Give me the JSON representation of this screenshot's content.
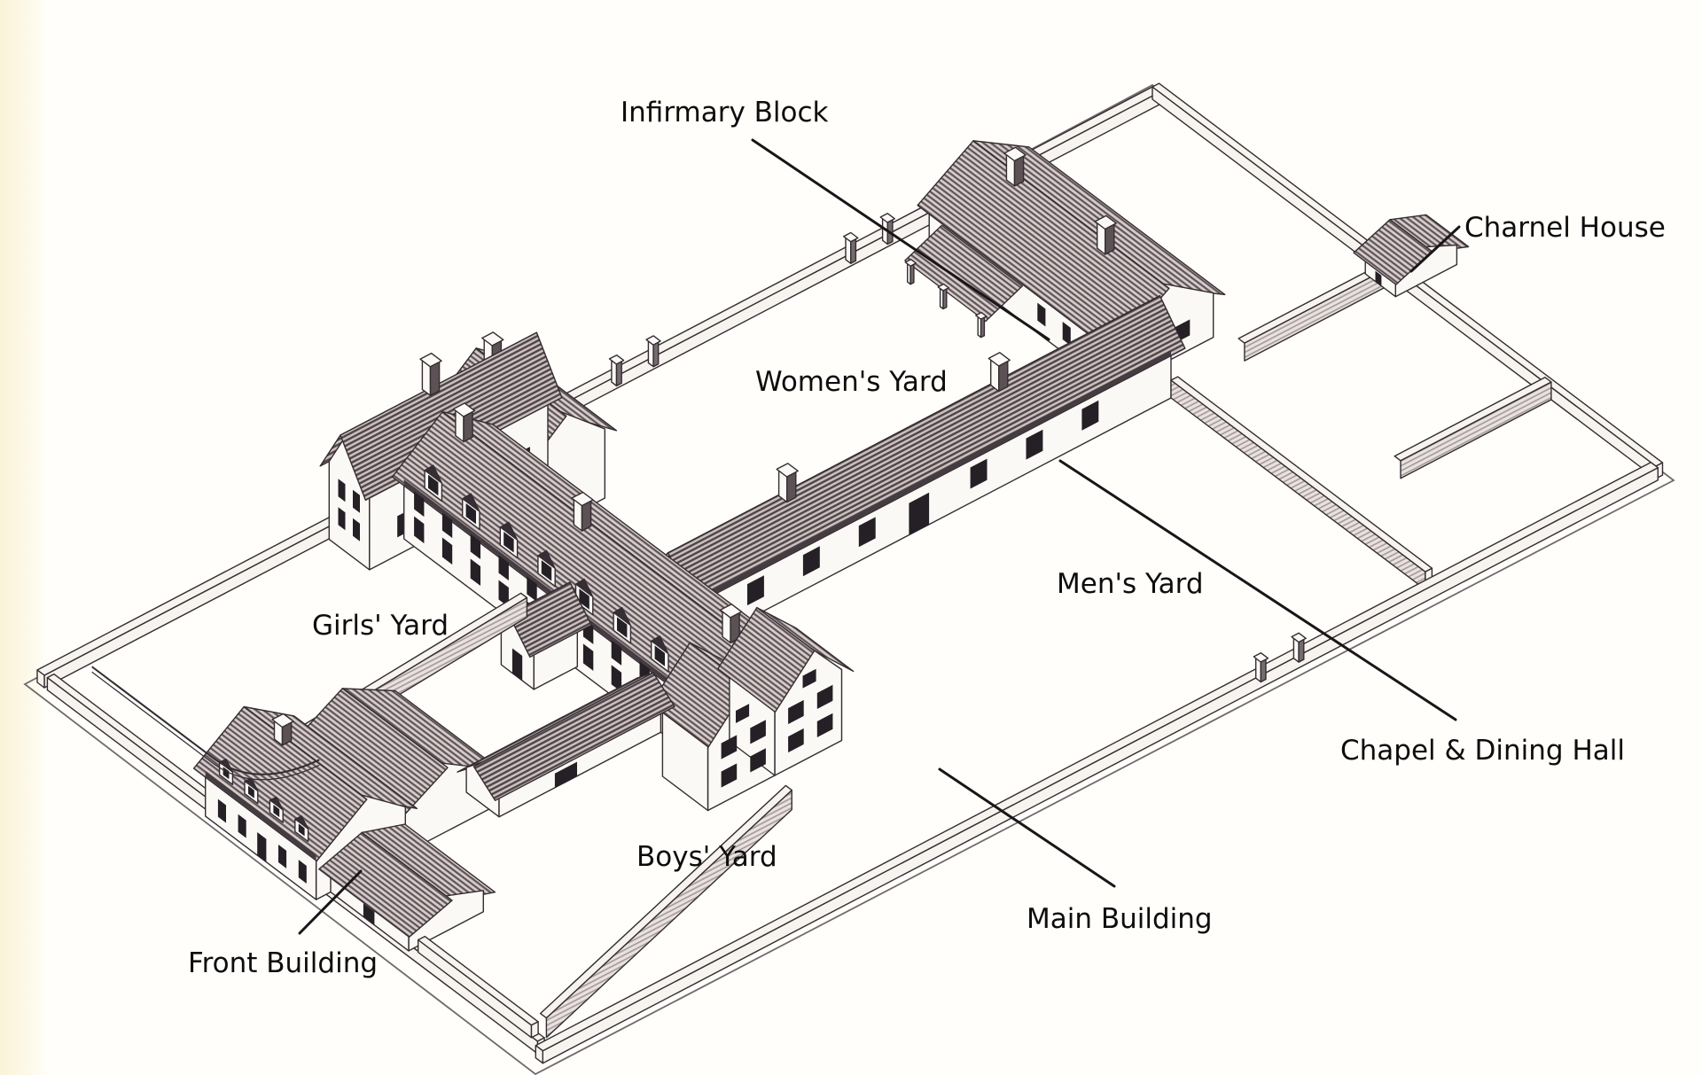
{
  "figure_type": "isometric line drawing of a walled institutional complex",
  "labels": {
    "infirmary_block": "Infirmary Block",
    "charnel_house": "Charnel House",
    "womens_yard": "Women's Yard",
    "girls_yard": "Girls' Yard",
    "mens_yard": "Men's Yard",
    "chapel_dining_hall": "Chapel & Dining Hall",
    "boys_yard": "Boys' Yard",
    "main_building": "Main Building",
    "front_building": "Front Building"
  },
  "style": {
    "ink": "#332c31",
    "paper": "#fffefb",
    "page_edge": "#fbf4da",
    "label_color": "#0d0d0d",
    "leader_color": "#1a1518"
  }
}
